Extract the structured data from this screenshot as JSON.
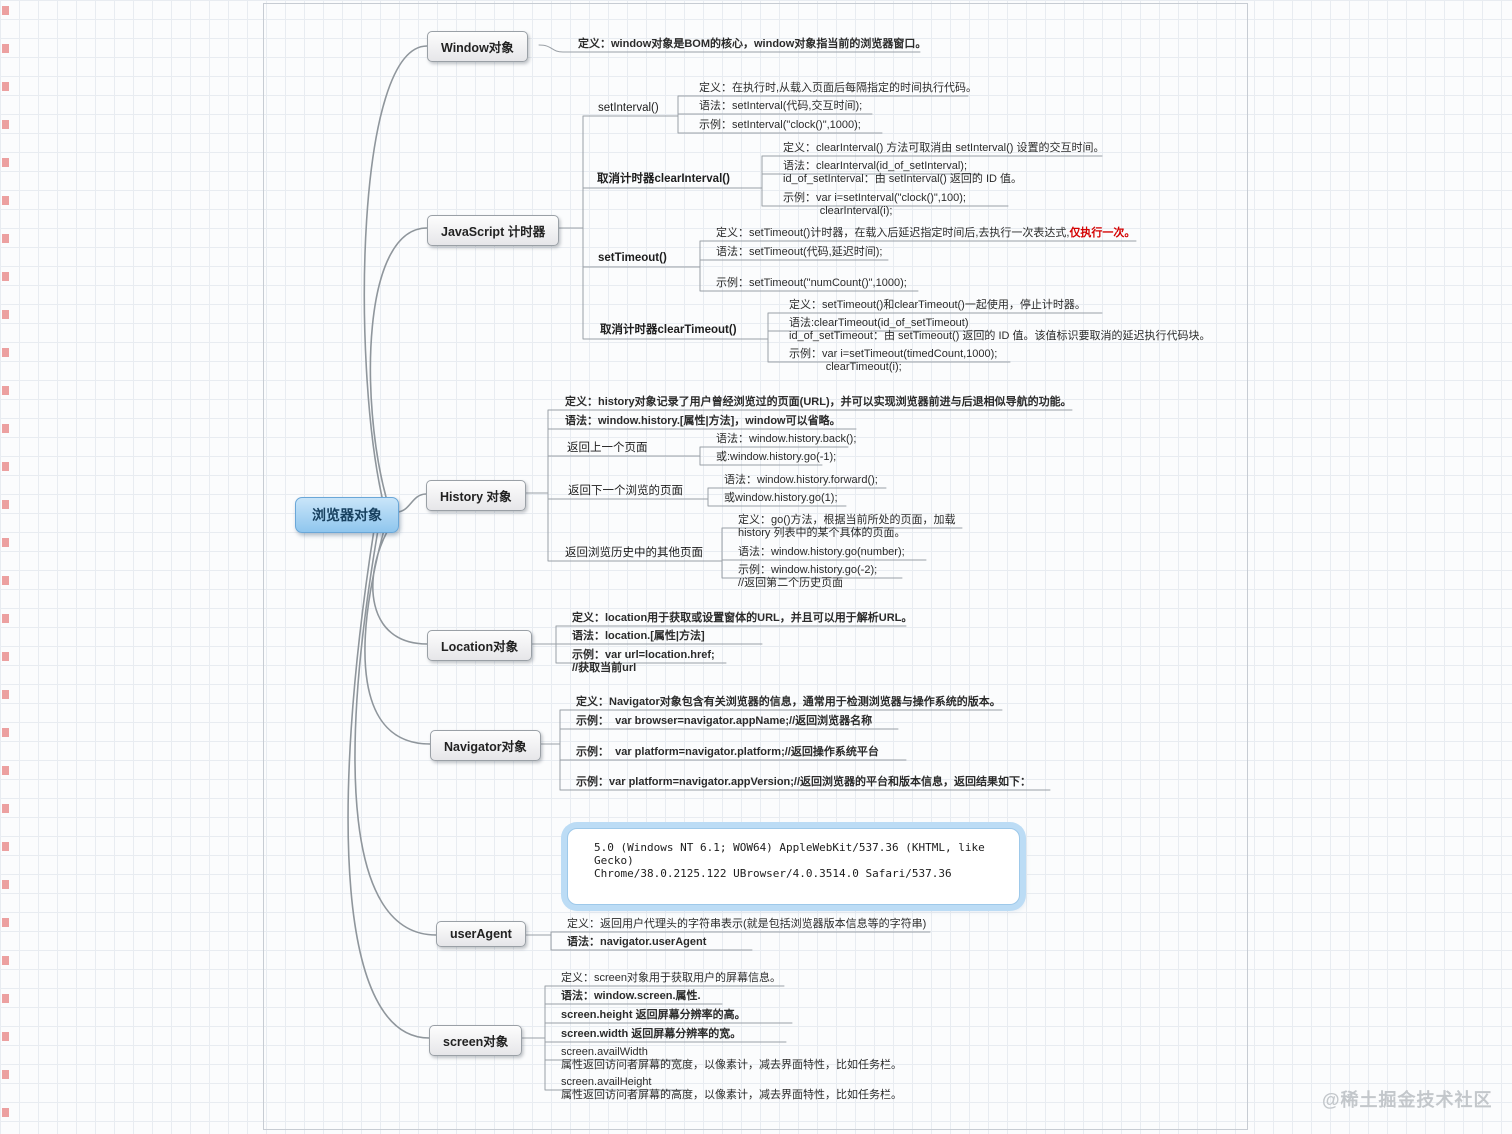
{
  "root": {
    "label": "浏览器对象"
  },
  "watermark": "@稀土掘金技术社区",
  "window": {
    "label": "Window对象",
    "def": "定义：window对象是BOM的核心，window对象指当前的浏览器窗口。"
  },
  "timer": {
    "label": "JavaScript 计时器",
    "setInterval": {
      "label": "setInterval()",
      "def": "定义：在执行时,从载入页面后每隔指定的时间执行代码。",
      "syntax": "语法：setInterval(代码,交互时间);",
      "example": "示例：setInterval(\"clock()\",1000);"
    },
    "clearInterval": {
      "label": "取消计时器clearInterval()",
      "def": "定义：clearInterval() 方法可取消由 setInterval() 设置的交互时间。",
      "syntax": "语法：clearInterval(id_of_setInterval);\nid_of_setInterval：由 setInterval() 返回的 ID 值。",
      "example": "示例：var i=setInterval(\"clock()\",100);\n            clearInterval(i);"
    },
    "setTimeout": {
      "label": "setTimeout()",
      "def": "定义：setTimeout()计时器，在载入后延迟指定时间后,去执行一次表达式,",
      "def_em": "仅执行一次。",
      "syntax": "语法：setTimeout(代码,延迟时间);",
      "example": "示例：setTimeout(\"numCount()\",1000);"
    },
    "clearTimeout": {
      "label": "取消计时器clearTimeout()",
      "def": "定义：setTimeout()和clearTimeout()一起使用，停止计时器。",
      "syntax": "语法:clearTimeout(id_of_setTimeout)\nid_of_setTimeout：由 setTimeout() 返回的 ID 值。该值标识要取消的延迟执行代码块。",
      "example": "示例：var i=setTimeout(timedCount,1000);\n            clearTimeout(i);"
    }
  },
  "history": {
    "label": "History 对象",
    "def": "定义：history对象记录了用户曾经浏览过的页面(URL)，并可以实现浏览器前进与后退相似导航的功能。",
    "syntax": "语法：window.history.[属性|方法]，window可以省略。",
    "back": {
      "label": "返回上一个页面",
      "syntax": "语法：window.history.back();",
      "alt": "或:window.history.go(-1);"
    },
    "forward": {
      "label": "返回下一个浏览的页面",
      "syntax": "语法：window.history.forward();",
      "alt": "或window.history.go(1);"
    },
    "go": {
      "label": "返回浏览历史中的其他页面",
      "def": "定义：go()方法，根据当前所处的页面，加载\nhistory 列表中的某个具体的页面。",
      "syntax": "语法：window.history.go(number);",
      "example": "示例：window.history.go(-2);\n//返回第二个历史页面"
    }
  },
  "location": {
    "label": "Location对象",
    "def": "定义：location用于获取或设置窗体的URL，并且可以用于解析URL。",
    "syntax": "语法：location.[属性|方法]",
    "example": "示例：var url=location.href;\n//获取当前url"
  },
  "navigator": {
    "label": "Navigator对象",
    "def": "定义：Navigator对象包含有关浏览器的信息，通常用于检测浏览器与操作系统的版本。",
    "example1": "示例：  var browser=navigator.appName;//返回浏览器名称",
    "example2": "示例：  var platform=navigator.platform;//返回操作系统平台",
    "example3": "示例：var platform=navigator.appVersion;//返回浏览器的平台和版本信息，返回结果如下：",
    "result": "5.0 (Windows NT 6.1; WOW64) AppleWebKit/537.36 (KHTML, like Gecko)\nChrome/38.0.2125.122 UBrowser/4.0.3514.0 Safari/537.36"
  },
  "userAgent": {
    "label": "userAgent",
    "def": "定义：返回用户代理头的字符串表示(就是包括浏览器版本信息等的字符串)",
    "syntax": "语法：navigator.userAgent"
  },
  "screen": {
    "label": "screen对象",
    "def": "定义：screen对象用于获取用户的屏幕信息。",
    "syntax": "语法：window.screen.属性.",
    "height": "screen.height 返回屏幕分辨率的高。",
    "width": "screen.width 返回屏幕分辨率的宽。",
    "availWidth": "screen.availWidth\n属性返回访问者屏幕的宽度，以像素计，减去界面特性，比如任务栏。",
    "availHeight": "screen.availHeight\n属性返回访问者屏幕的高度，以像素计，减去界面特性，比如任务栏。"
  }
}
